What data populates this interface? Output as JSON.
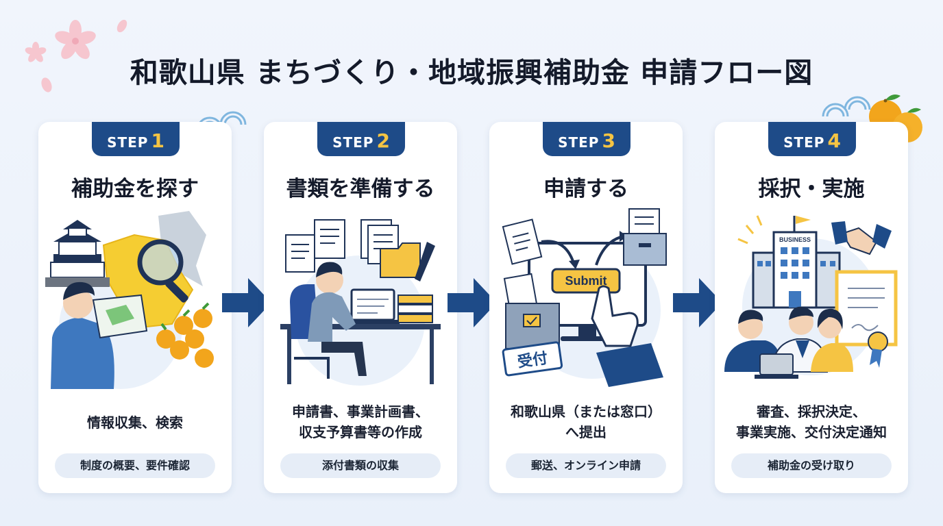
{
  "title": "和歌山県 まちづくり・地域振興補助金 申請フロー図",
  "colors": {
    "primary": "#1e4b88",
    "accent": "#f5c443",
    "pill": "#e6edf7",
    "orange": "#f2a51c"
  },
  "steps": [
    {
      "step_word": "STEP",
      "step_num": "1",
      "title": "補助金を探す",
      "desc": [
        "情報収集、検索"
      ],
      "pill": "制度の概要、要件確認"
    },
    {
      "step_word": "STEP",
      "step_num": "2",
      "title": "書類を準備する",
      "desc": [
        "申請書、事業計画書、",
        "収支予算書等の作成"
      ],
      "pill": "添付書類の収集"
    },
    {
      "step_word": "STEP",
      "step_num": "3",
      "title": "申請する",
      "desc": [
        "和歌山県（または窓口）",
        "へ提出"
      ],
      "pill": "郵送、オンライン申請",
      "submit_label": "Submit",
      "stamp_label": "受付"
    },
    {
      "step_word": "STEP",
      "step_num": "4",
      "title": "採択・実施",
      "desc": [
        "審査、採択決定、",
        "事業実施、交付決定通知"
      ],
      "pill": "補助金の受け取り",
      "building_label": "BUSINESS"
    }
  ],
  "icons": [
    "cherry-blossom-icon",
    "wave-pattern-icon",
    "mandarin-orange-icon",
    "arrow-right-icon",
    "castle-icon",
    "magnifier-icon",
    "document-icon",
    "folder-icon",
    "computer-icon",
    "ballot-box-icon",
    "handshake-icon",
    "certificate-icon"
  ]
}
